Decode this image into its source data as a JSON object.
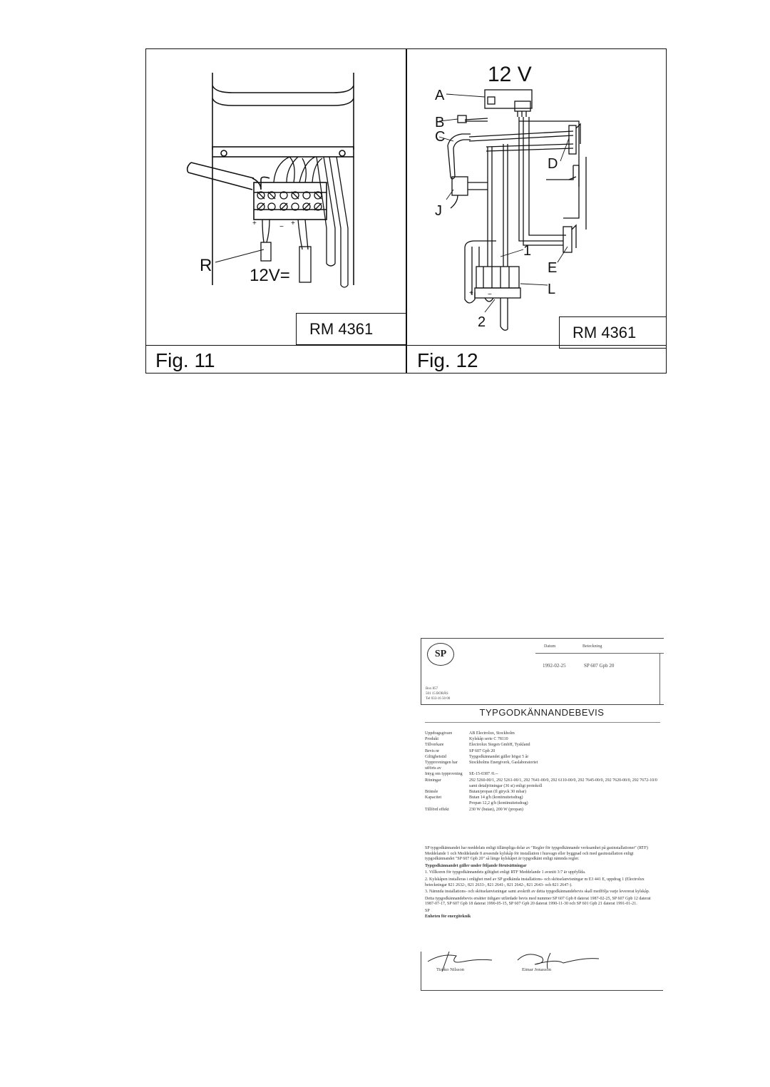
{
  "fig11": {
    "caption": "Fig. 11",
    "code": "RM 4361",
    "label_r": "R",
    "label_voltage": "12V=",
    "plus1": "+",
    "minus": "−",
    "plus2": "+"
  },
  "fig12": {
    "caption": "Fig. 12",
    "code": "RM 4361",
    "title": "12 V",
    "labels": {
      "a": "A",
      "b": "B",
      "c": "C",
      "d": "D",
      "e": "E",
      "j": "J",
      "l": "L",
      "one": "1",
      "two": "2"
    },
    "plus": "+",
    "minus": "−"
  },
  "certificate": {
    "logo": "SP",
    "date_label": "Datum",
    "date": "1992-02-25",
    "designation_label": "Beteckning",
    "designation": "SP 607 Gpb 20",
    "address_lines": [
      "Box 857",
      "501 15 BORÅS",
      "Tel 033-16 50 00"
    ],
    "title": "TYPGODKÄNNANDEBEVIS",
    "rows": [
      {
        "key": "Uppdragsgivare",
        "value": "AB Electrolux, Stockholm"
      },
      {
        "key": "Produkt",
        "value": "Kylskåp serie C 78110"
      },
      {
        "key": "Tillverkare",
        "value": "Electrolux Siegen GmbH, Tyskland"
      },
      {
        "key": "Bevis nr",
        "value": "SP 607 Gpb 20"
      },
      {
        "key": "Giltighetstid",
        "value": "Typgodkännandet gäller högst 5 år"
      },
      {
        "key": "Typprovningen har utförts av",
        "value": "Stockholms Energiverk, Gaslaboratoriet"
      },
      {
        "key": "Intyg om typprovning",
        "value": "SE-15-0387 /0.--"
      },
      {
        "key": "Ritningar",
        "value": "292 5260-00/1, 292 5261-00/1, 292 7641-00/0, 292 6110-00/0, 292 7645-00/0, 292 7620-00/0, 292 7672-10/0 samt detaljritningar (36 st) enligt protokoll"
      },
      {
        "key": "Bränsle",
        "value": "Butan/propan (Il gtryck 30 mbar)"
      },
      {
        "key": "Kapacitet",
        "value": "Butan 14 g/h (kontinuitetsdrag)"
      },
      {
        "key": "",
        "value": "Propan 12,2 g/h (kontinuitetsdrag)"
      },
      {
        "key": "Tillförd effekt",
        "value": "230 W (butan), 200 W (propan)"
      }
    ],
    "body": [
      "SP typgodkännandet har meddelats enligt tillämpliga delar av \"Regler för typgodkännande verksamhet på gasinstallationer\" (RTF) Meddelande 1 och Meddelande 8 avseende kylskåp för installation i husvagn eller byggnad och med gasinstallation enligt typgodkännandet \"SP 607 Gpb 20\" så länge kylskåpet är typgodkänt enligt nämnda regler.",
      "Typgodkännandet gäller under följande förutsättningar",
      "1.   Villkoren för typgodkännandets giltighet enligt RTF Meddelande 1 avsnitt 3:7 är uppfyllda.",
      "2.   Kylskåpen installeras i enlighet med av SP godkända installations- och skötselanvisningar m E3 441 E, uppdrag 1 (Electrolux beteckningar 821 2632-, 821 2633-, 821 2641-, 821 2642-, 821 2643- och 821 2647-).",
      "3.   Nämnda installations- och skötselanvisningar samt avskrift av detta typgodkännandebevis skall medfölja varje levererat kylskåp.",
      "Detta typgodkännandebevis ersätter tidigare utfärdade bevis med nummer SP 607 Gpb 8 daterat 1987-02-25, SP 607 Gpb 12 daterat 1987-07-17, SP 607 Gpb 18 daterat 1990-05-15, SP 607 Gpb 20 daterat 1990-11-30 och SP 601 Gpb 21 daterat 1991-01-21.",
      "SP",
      "Enheten för energiteknik"
    ],
    "signer_left": "Tiroko Nilsson",
    "signer_right": "Eimar Jonasson"
  }
}
